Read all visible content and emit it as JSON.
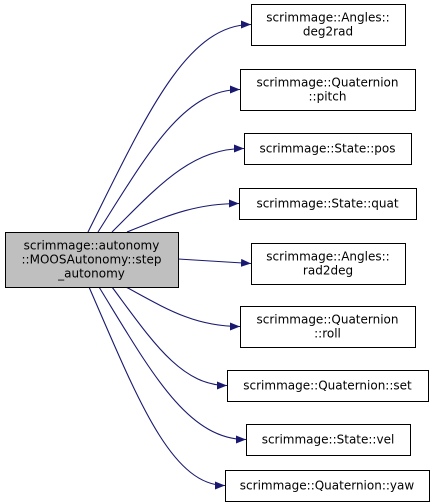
{
  "source": {
    "lines": [
      "scrimmage::autonomy",
      "::MOOSAutonomy::step",
      "_autonomy"
    ],
    "fill": "#bfbfbf"
  },
  "targets": [
    {
      "id": "deg2rad",
      "lines": [
        "scrimmage::Angles::",
        "deg2rad"
      ]
    },
    {
      "id": "pitch",
      "lines": [
        "scrimmage::Quaternion",
        "::pitch"
      ]
    },
    {
      "id": "pos",
      "lines": [
        "scrimmage::State::pos"
      ]
    },
    {
      "id": "quat",
      "lines": [
        "scrimmage::State::quat"
      ]
    },
    {
      "id": "rad2deg",
      "lines": [
        "scrimmage::Angles::",
        "rad2deg"
      ]
    },
    {
      "id": "roll",
      "lines": [
        "scrimmage::Quaternion",
        "::roll"
      ]
    },
    {
      "id": "set",
      "lines": [
        "scrimmage::Quaternion::set"
      ]
    },
    {
      "id": "vel",
      "lines": [
        "scrimmage::State::vel"
      ]
    },
    {
      "id": "yaw",
      "lines": [
        "scrimmage::Quaternion::yaw"
      ]
    }
  ],
  "colors": {
    "edge": "#191970",
    "node_border": "#000000",
    "node_fill": "#ffffff"
  }
}
